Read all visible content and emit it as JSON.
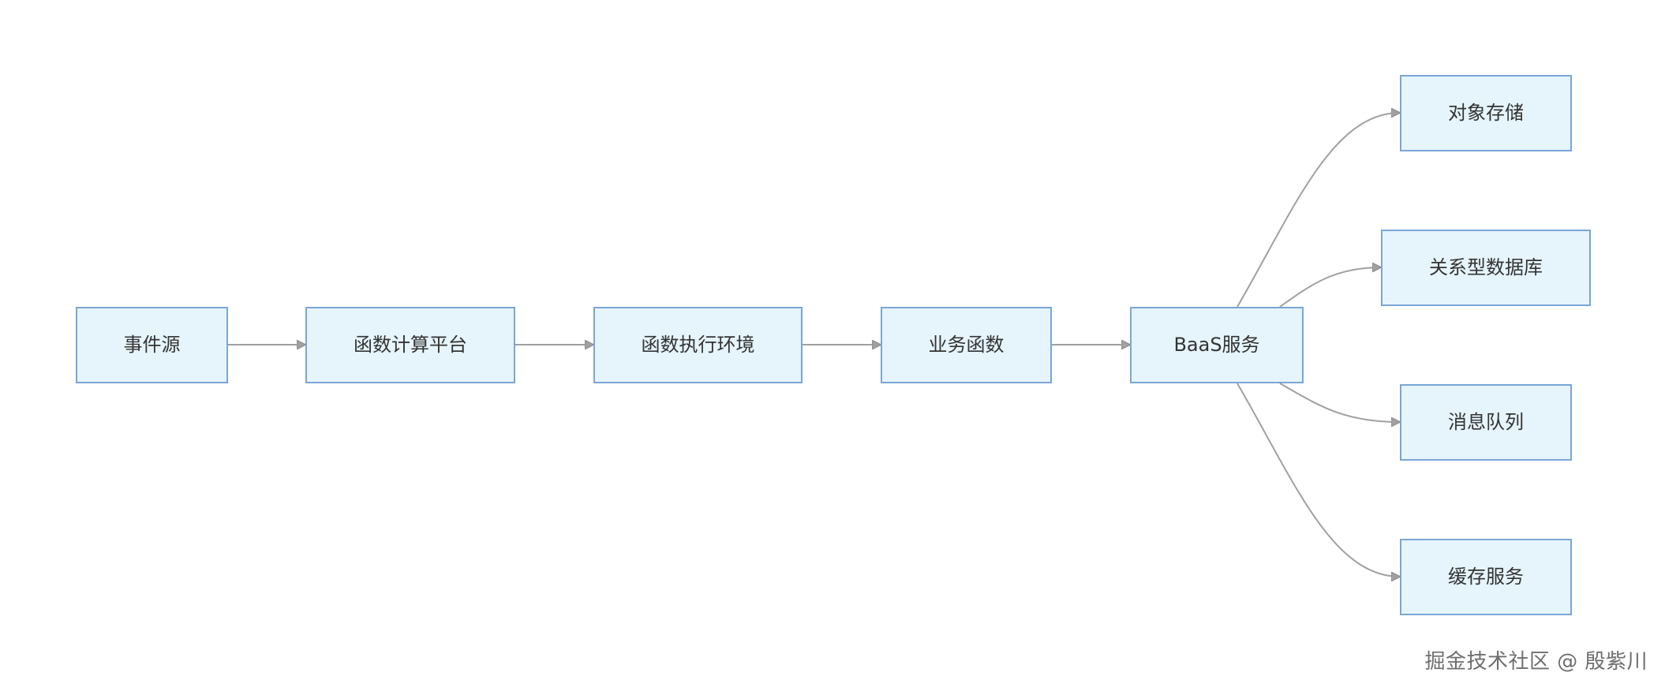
{
  "nodes": {
    "event_source": "事件源",
    "function_platform": "函数计算平台",
    "execution_env": "函数执行环境",
    "business_function": "业务函数",
    "baas_service": "BaaS服务",
    "object_storage": "对象存储",
    "relational_db": "关系型数据库",
    "message_queue": "消息队列",
    "cache_service": "缓存服务"
  },
  "colors": {
    "node_fill": "#e6f4fc",
    "node_border": "#7aa6d6",
    "edge": "#a0a0a0",
    "text": "#333333"
  },
  "watermark": "掘金技术社区 @ 殷紫川"
}
